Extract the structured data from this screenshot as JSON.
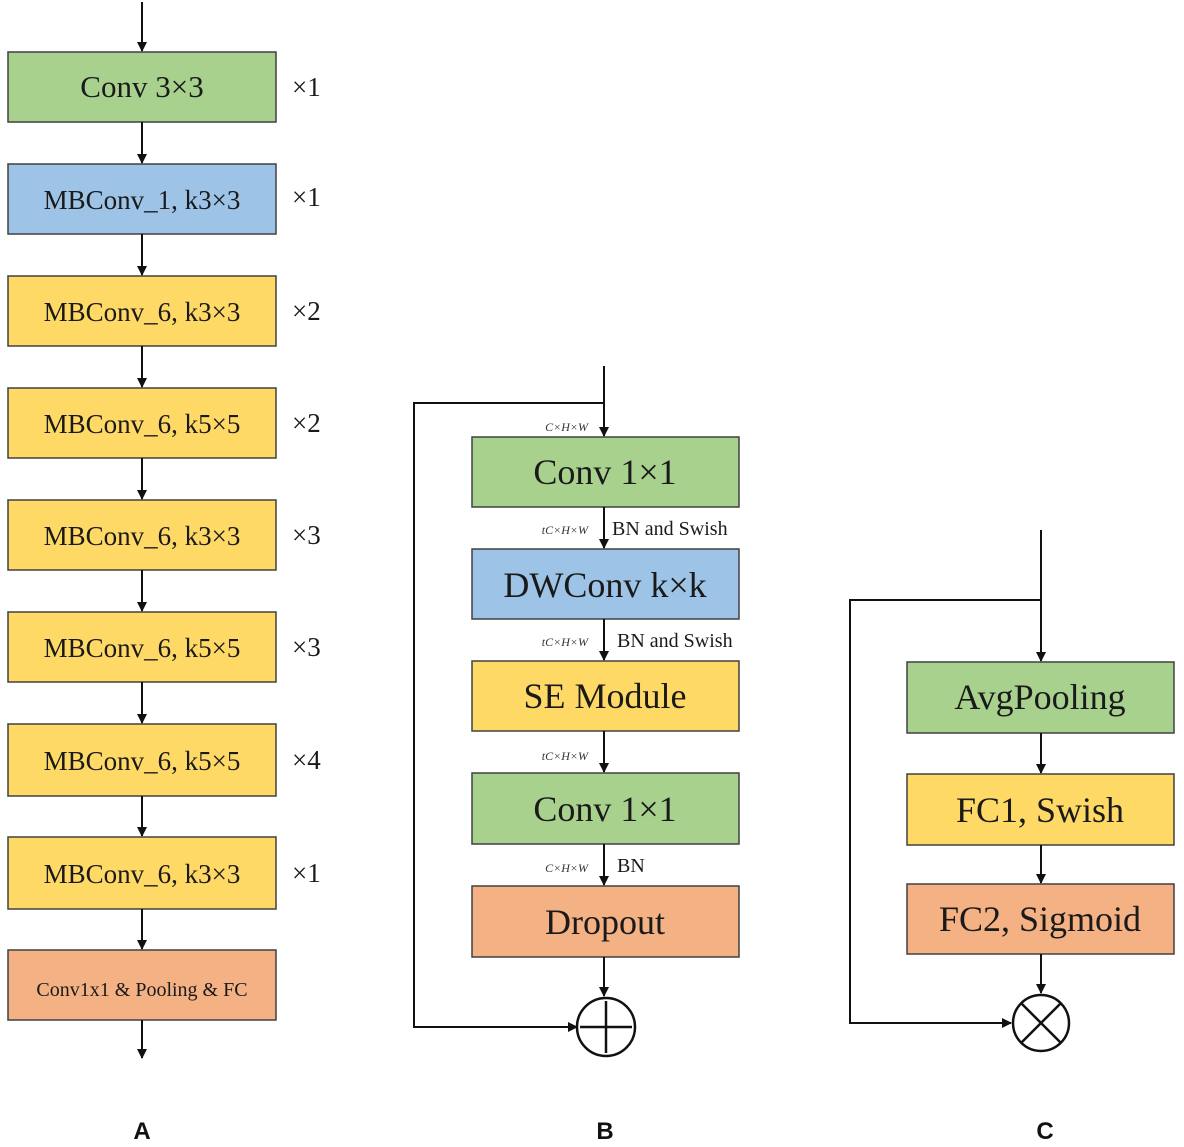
{
  "colors": {
    "green": "#a9d18e",
    "blue": "#9dc3e6",
    "yellow": "#ffd966",
    "orange": "#f4b183",
    "stroke": "#404040"
  },
  "panel_a": {
    "label": "A",
    "blocks": [
      {
        "text": "Conv 3×3",
        "repeat": "×1",
        "color": "green"
      },
      {
        "text": "MBConv_1, k3×3",
        "repeat": "×1",
        "color": "blue"
      },
      {
        "text": "MBConv_6, k3×3",
        "repeat": "×2",
        "color": "yellow"
      },
      {
        "text": "MBConv_6, k5×5",
        "repeat": "×2",
        "color": "yellow"
      },
      {
        "text": "MBConv_6, k3×3",
        "repeat": "×3",
        "color": "yellow"
      },
      {
        "text": "MBConv_6, k5×5",
        "repeat": "×3",
        "color": "yellow"
      },
      {
        "text": "MBConv_6, k5×5",
        "repeat": "×4",
        "color": "yellow"
      },
      {
        "text": "MBConv_6, k3×3",
        "repeat": "×1",
        "color": "yellow"
      },
      {
        "text": "Conv1x1 & Pooling & FC",
        "repeat": "",
        "color": "orange"
      }
    ]
  },
  "panel_b": {
    "label": "B",
    "blocks": [
      {
        "text": "Conv 1×1",
        "color": "green"
      },
      {
        "text": "DWConv k×k",
        "color": "blue"
      },
      {
        "text": "SE Module",
        "color": "yellow"
      },
      {
        "text": "Conv 1×1",
        "color": "green"
      },
      {
        "text": "Dropout",
        "color": "orange"
      }
    ],
    "dims": [
      "C×H×W",
      "tC×H×W",
      "tC×H×W",
      "tC×H×W",
      "C×H×W"
    ],
    "annotations": [
      "",
      "BN and Swish",
      "BN and Swish",
      "",
      "BN"
    ],
    "combine_symbol": "add"
  },
  "panel_c": {
    "label": "C",
    "blocks": [
      {
        "text": "AvgPooling",
        "color": "green"
      },
      {
        "text": "FC1, Swish",
        "color": "yellow"
      },
      {
        "text": "FC2, Sigmoid",
        "color": "orange"
      }
    ],
    "combine_symbol": "multiply"
  }
}
